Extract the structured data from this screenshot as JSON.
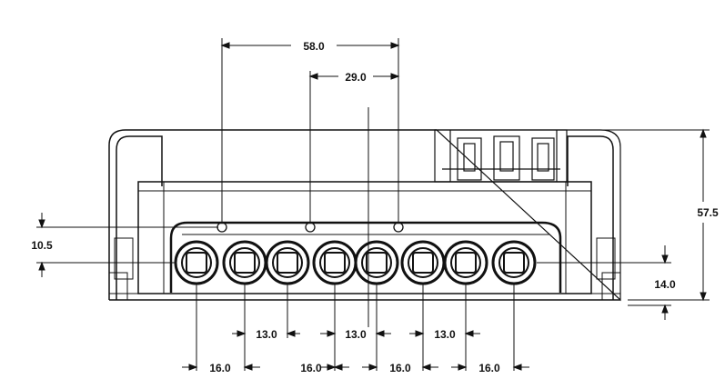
{
  "drawing": {
    "dimensions": {
      "top_span_58": "58.0",
      "top_span_29": "29.0",
      "height_57": "57.5",
      "left_10": "10.5",
      "right_14": "14.0",
      "mid_13_a": "13.0",
      "mid_13_b": "13.0",
      "mid_13_c": "13.0",
      "bottom_16_a": "16.0",
      "bottom_16_b": "16.0",
      "bottom_16_c": "16.0",
      "bottom_16_d": "16.0"
    },
    "terminal_count": 8,
    "screw_count": 3,
    "line_color": "#111111"
  }
}
